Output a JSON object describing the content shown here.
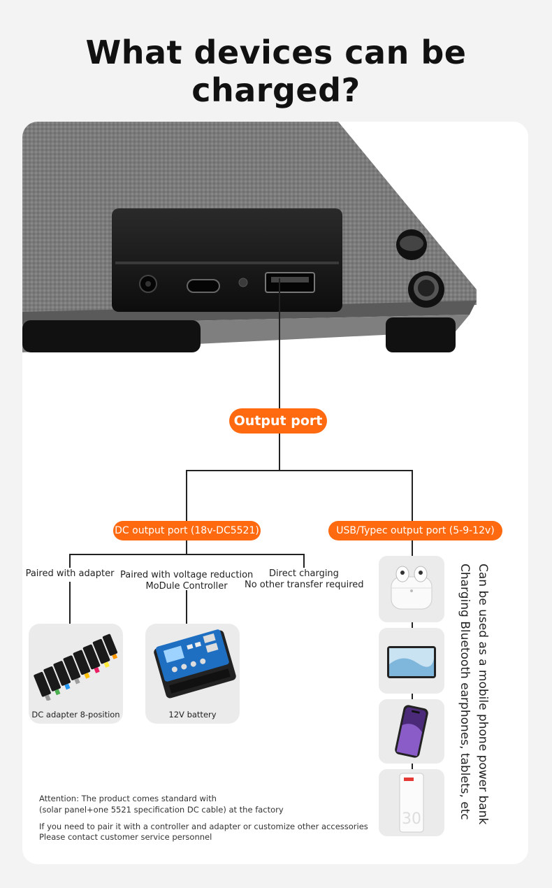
{
  "header": {
    "title": "What devices can be charged?"
  },
  "diagram": {
    "output_port": "Output port",
    "dc_port": "DC output port (18v-DC5521)",
    "usb_port": "USB/Typec output port (5-9-12v)",
    "dc_branches": {
      "adapter": "Paired with adapter",
      "controller_line1": "Paired with voltage reduction",
      "controller_line2": "MoDule Controller",
      "direct_line1": "Direct charging",
      "direct_line2": "No other transfer required"
    },
    "products": {
      "adapter_caption": "DC adapter 8-position",
      "battery_caption": "12V battery"
    },
    "usb_devices": [
      "earphones-icon",
      "tablet-icon",
      "phone-icon",
      "power-bank-icon"
    ],
    "usb_note_line1": "Can be used as a mobile phone power bank",
    "usb_note_line2": "Charging Bluetooth earphones, tablets, etc"
  },
  "attention": {
    "line1": "Attention: The product comes standard with",
    "line2": " (solar panel+one 5521 specification DC cable) at the factory",
    "line3": "If you need to pair it with a controller and adapter or customize other accessories",
    "line4": "Please contact customer service personnel"
  },
  "colors": {
    "accent": "#ff6a10",
    "background": "#f3f3f3",
    "card": "#ffffff"
  }
}
